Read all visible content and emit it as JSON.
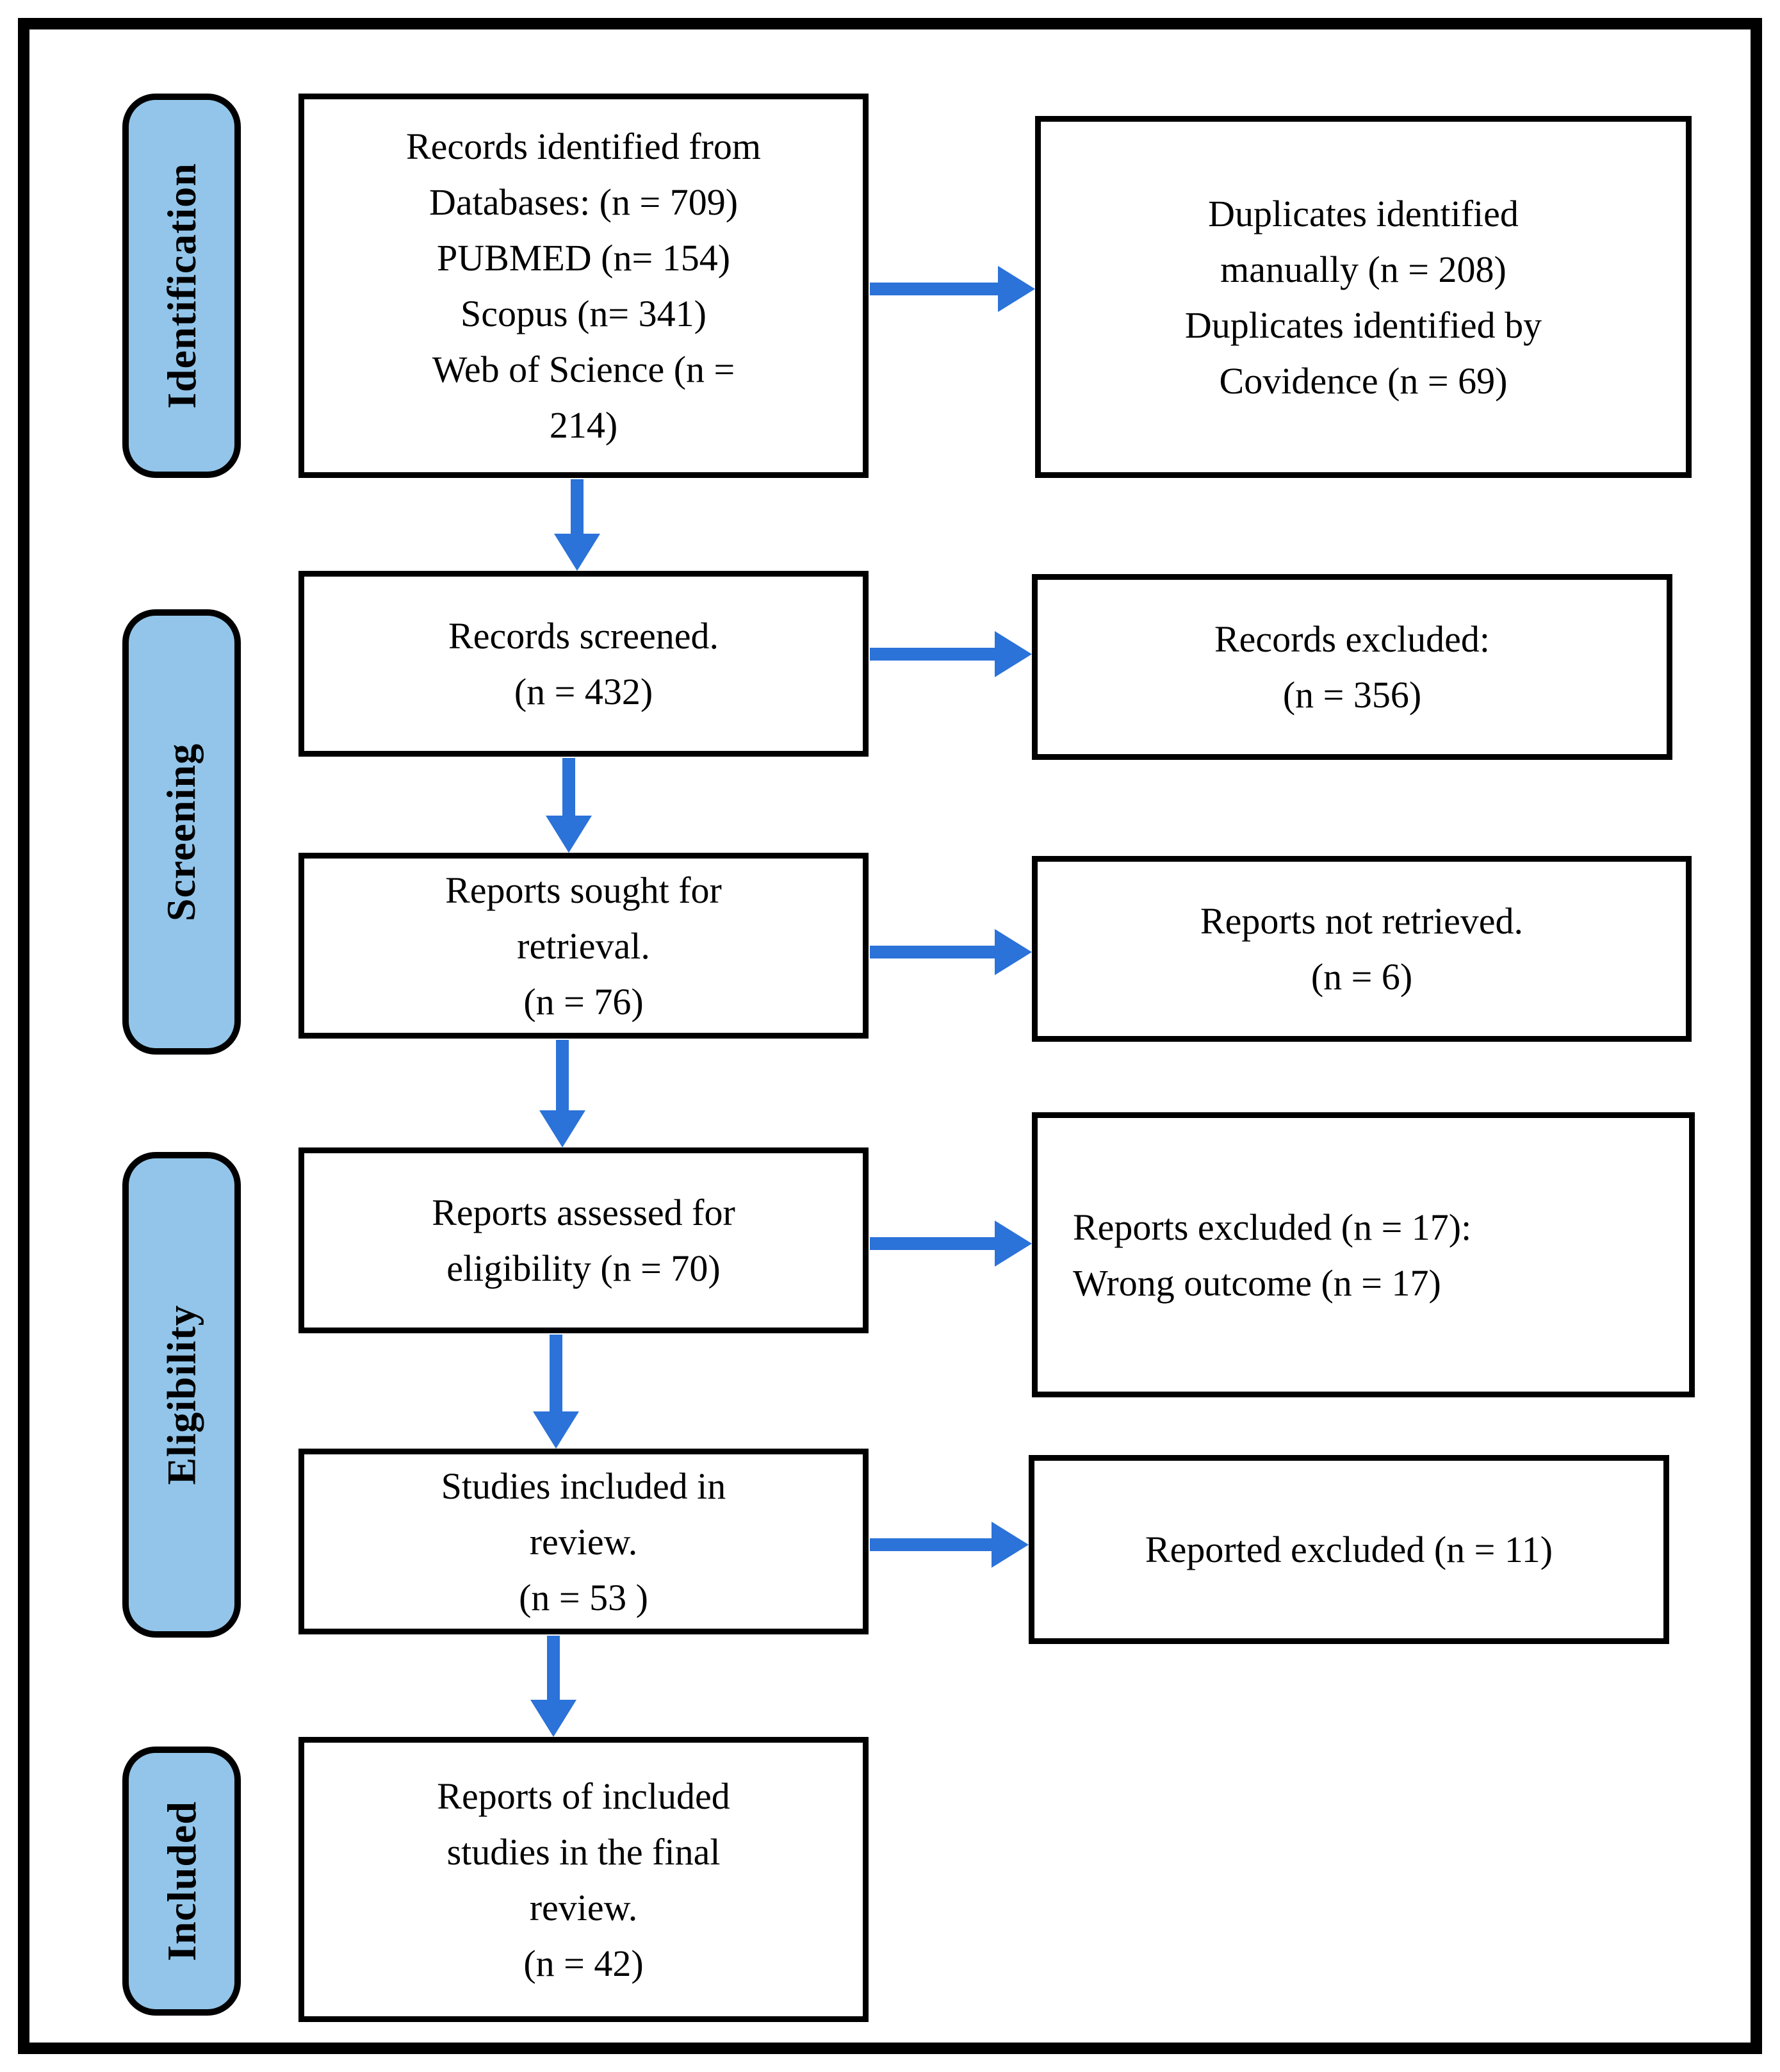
{
  "colors": {
    "arrow_blue": "#2B72D9",
    "stage_label_fill": "#92C5E9",
    "box_border": "#000000"
  },
  "stages": [
    {
      "label": "Identification"
    },
    {
      "label": "Screening"
    },
    {
      "label": "Eligibility"
    },
    {
      "label": "Included"
    }
  ],
  "boxes": {
    "records_identified": {
      "text": "Records identified from\nDatabases: (n = 709)\nPUBMED (n= 154)\nScopus (n= 341)\nWeb of Science (n =\n214)"
    },
    "duplicates": {
      "text": "Duplicates identified\nmanually (n = 208)\nDuplicates identified by\nCovidence (n = 69)"
    },
    "records_screened": {
      "text": "Records screened.\n(n = 432)"
    },
    "records_excluded": {
      "text": "Records excluded:\n(n = 356)"
    },
    "reports_sought": {
      "text": "Reports sought for\nretrieval.\n(n = 76)"
    },
    "reports_not_retrieved": {
      "text": "Reports not retrieved.\n(n = 6)"
    },
    "reports_assessed": {
      "text": "Reports assessed for\neligibility (n = 70)"
    },
    "reports_excluded": {
      "text": "Reports excluded (n = 17):\nWrong outcome (n = 17)"
    },
    "studies_included": {
      "text": "Studies included in\nreview.\n(n = 53 )"
    },
    "reported_excluded": {
      "text": "Reported excluded (n = 11)"
    },
    "final_reports": {
      "text": "Reports of included\nstudies in the final\nreview.\n(n = 42)"
    }
  }
}
